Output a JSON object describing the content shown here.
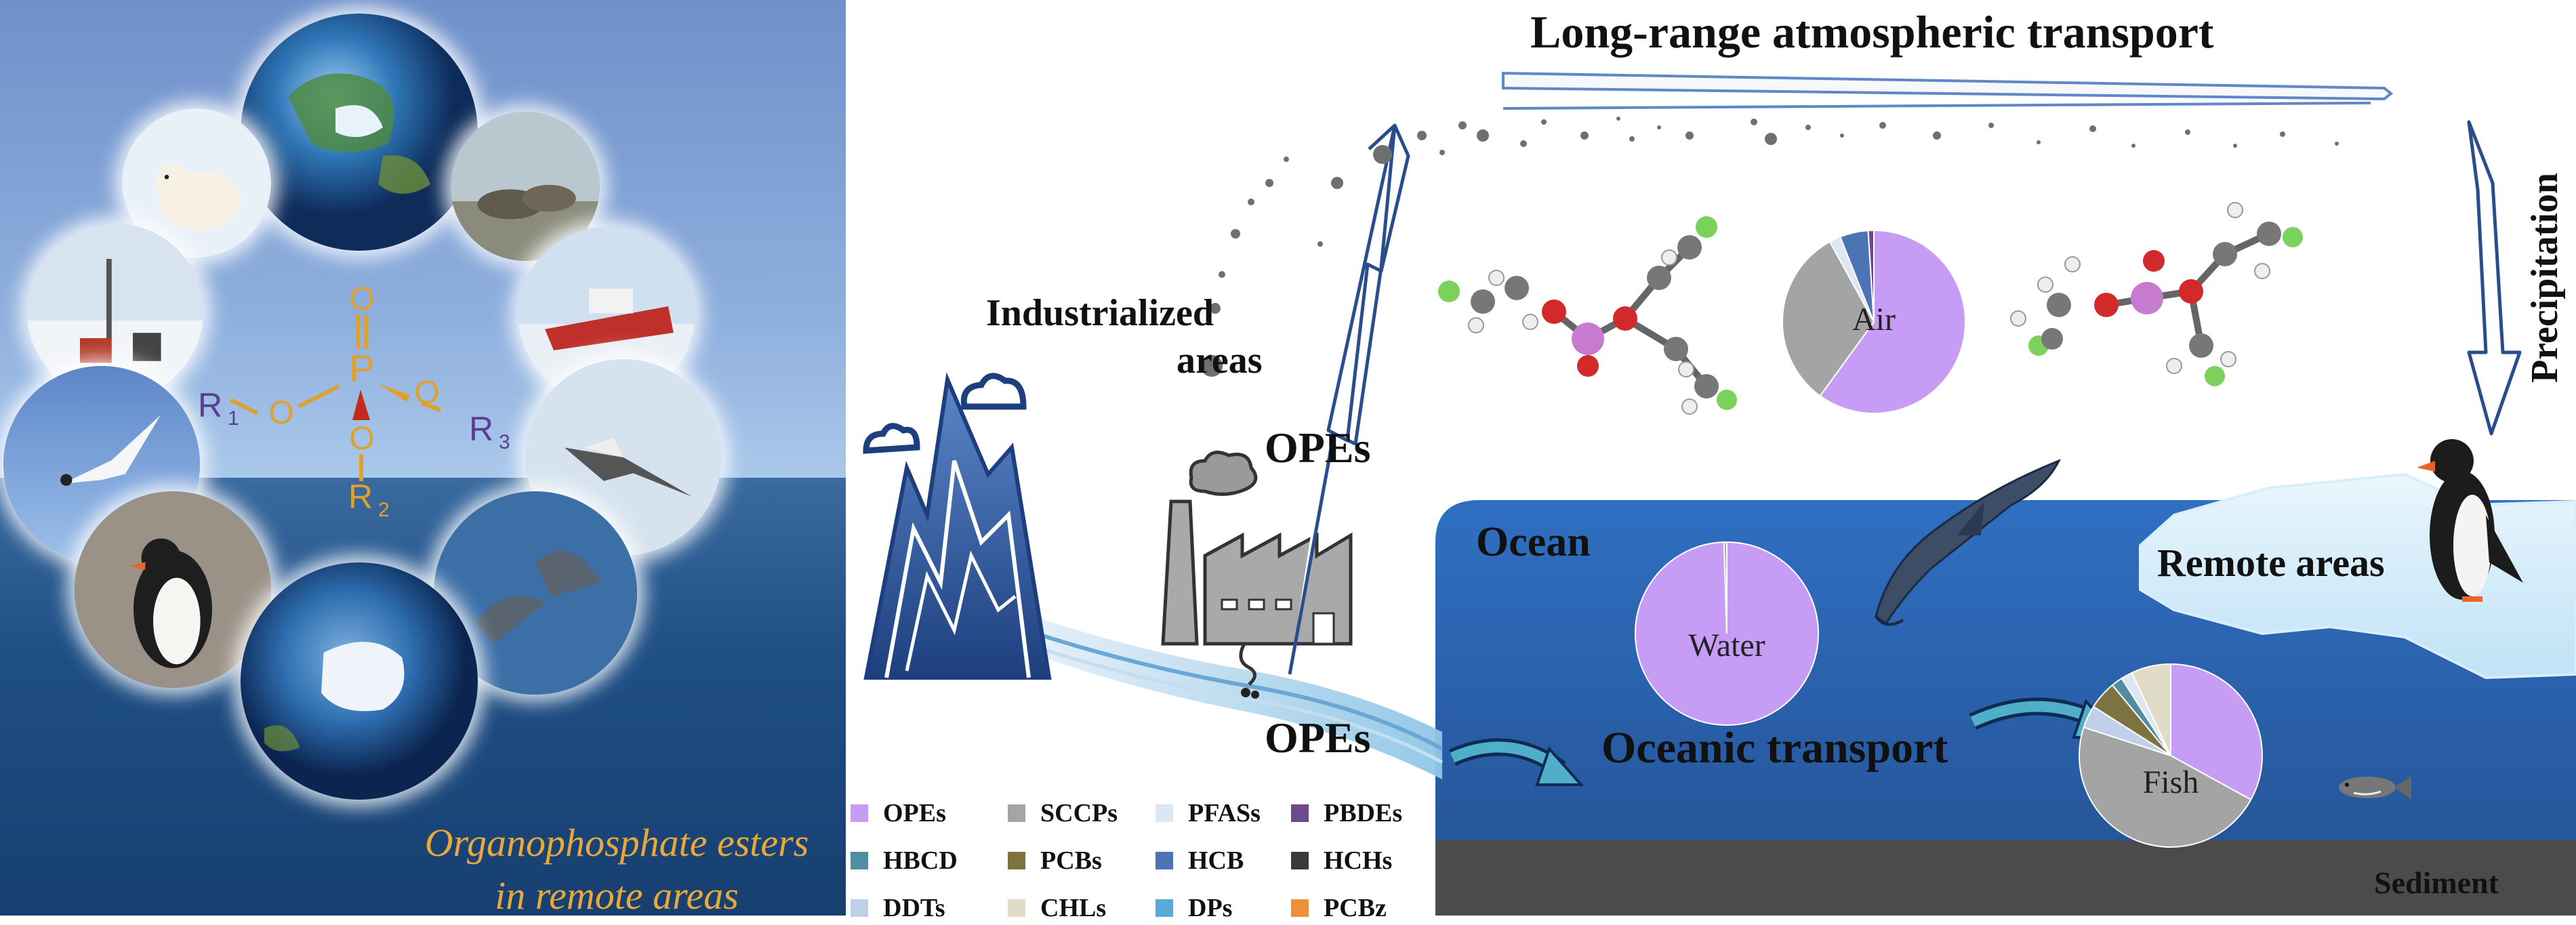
{
  "left_panel": {
    "caption_line1": "Organophosphate esters",
    "caption_line2": "in remote areas",
    "structure": {
      "atom_o_top": "O",
      "atom_p": "P",
      "atom_o_left": "O",
      "atom_o_right": "O",
      "atom_o_bottom": "O",
      "r1": "R",
      "r1_sub": "1",
      "r2": "R",
      "r2_sub": "2",
      "r3": "R",
      "r3_sub": "3"
    }
  },
  "diagram": {
    "title_transport": "Long-range atmospheric transport",
    "industrialized_line1": "Industrialized",
    "industrialized_line2": "areas",
    "opes_top": "OPEs",
    "opes_bottom": "OPEs",
    "precipitation": "Precipitation",
    "ocean": "Ocean",
    "remote_areas": "Remote areas",
    "oceanic_transport": "Oceanic transport",
    "sediment": "Sediment"
  },
  "colors": {
    "OPEs": "#c79cf5",
    "SCCPs": "#a4a4a4",
    "PFASs": "#dde7f3",
    "PBDEs": "#6d4a8c",
    "HBCD": "#4f8ea0",
    "PCBs": "#7d7340",
    "HCB": "#4c73b3",
    "HCHs": "#3a3a3a",
    "DDTs": "#bfd0ea",
    "CHLs": "#e0dcc8",
    "DPs": "#5aa9d6",
    "PCBz": "#ef8f3c",
    "ocean": "#2d6fc0",
    "sediment": "#4b4b4b"
  },
  "legend": [
    {
      "label": "OPEs",
      "color": "#c79cf5"
    },
    {
      "label": "SCCPs",
      "color": "#a4a4a4"
    },
    {
      "label": "PFASs",
      "color": "#dde7f3"
    },
    {
      "label": "PBDEs",
      "color": "#6d4a8c"
    },
    {
      "label": "HBCD",
      "color": "#4f8ea0"
    },
    {
      "label": "PCBs",
      "color": "#7d7340"
    },
    {
      "label": "HCB",
      "color": "#4c73b3"
    },
    {
      "label": "HCHs",
      "color": "#3a3a3a"
    },
    {
      "label": "DDTs",
      "color": "#bfd0ea"
    },
    {
      "label": "CHLs",
      "color": "#e0dcc8"
    },
    {
      "label": "DPs",
      "color": "#5aa9d6"
    },
    {
      "label": "PCBz",
      "color": "#ef8f3c"
    }
  ],
  "pies": [
    {
      "label": "Air",
      "slices": [
        {
          "name": "OPEs",
          "value": 60,
          "color": "#c79cf5"
        },
        {
          "name": "SCCPs",
          "value": 32,
          "color": "#a4a4a4"
        },
        {
          "name": "PFASs",
          "value": 2,
          "color": "#dde7f3"
        },
        {
          "name": "HCB",
          "value": 5,
          "color": "#4c73b3"
        },
        {
          "name": "PBDEs",
          "value": 1,
          "color": "#6d4a8c"
        }
      ]
    },
    {
      "label": "Water",
      "slices": [
        {
          "name": "OPEs",
          "value": 99.5,
          "color": "#c79cf5"
        },
        {
          "name": "SCCPs",
          "value": 0.5,
          "color": "#a4a4a4"
        }
      ]
    },
    {
      "label": "Fish",
      "slices": [
        {
          "name": "OPEs",
          "value": 33,
          "color": "#c79cf5"
        },
        {
          "name": "SCCPs",
          "value": 47,
          "color": "#a4a4a4"
        },
        {
          "name": "DDTs",
          "value": 4,
          "color": "#bfd0ea"
        },
        {
          "name": "PCBs",
          "value": 5,
          "color": "#7d7340"
        },
        {
          "name": "HBCD",
          "value": 2,
          "color": "#4f8ea0"
        },
        {
          "name": "PFASs",
          "value": 2,
          "color": "#dde7f3"
        },
        {
          "name": "CHLs",
          "value": 7,
          "color": "#e0dcc8"
        }
      ]
    }
  ]
}
